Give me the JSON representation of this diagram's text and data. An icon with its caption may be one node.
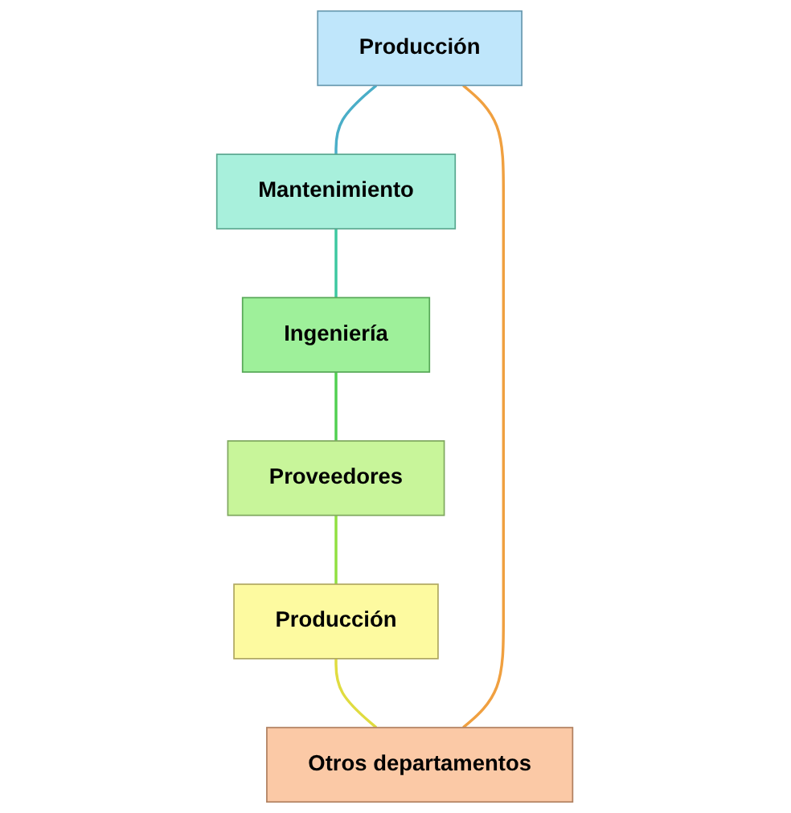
{
  "diagram": {
    "nodes": [
      {
        "text": [
          "Producción"
        ]
      },
      {
        "text": [
          "Mantenimiento"
        ]
      },
      {
        "text": [
          "Ingeniería"
        ]
      },
      {
        "text": [
          "Proveedores"
        ]
      },
      {
        "text": [
          "Producción"
        ]
      },
      {
        "text": [
          "Otros departamentos"
        ]
      }
    ],
    "edges": [
      {
        "from": 0,
        "to": 1,
        "arrow": "none",
        "color": "#4aaec8"
      },
      {
        "from": 1,
        "to": 2,
        "arrow": "none",
        "color": "#3cc8a0"
      },
      {
        "from": 2,
        "to": 3,
        "arrow": "none",
        "color": "#50d050"
      },
      {
        "from": 3,
        "to": 4,
        "arrow": "none",
        "color": "#90e040"
      },
      {
        "from": 4,
        "to": 5,
        "arrow": "none",
        "color": "#e0dc40"
      },
      {
        "from": 5,
        "to": 0,
        "arrow": "none",
        "color": "#f0a040"
      }
    ]
  }
}
